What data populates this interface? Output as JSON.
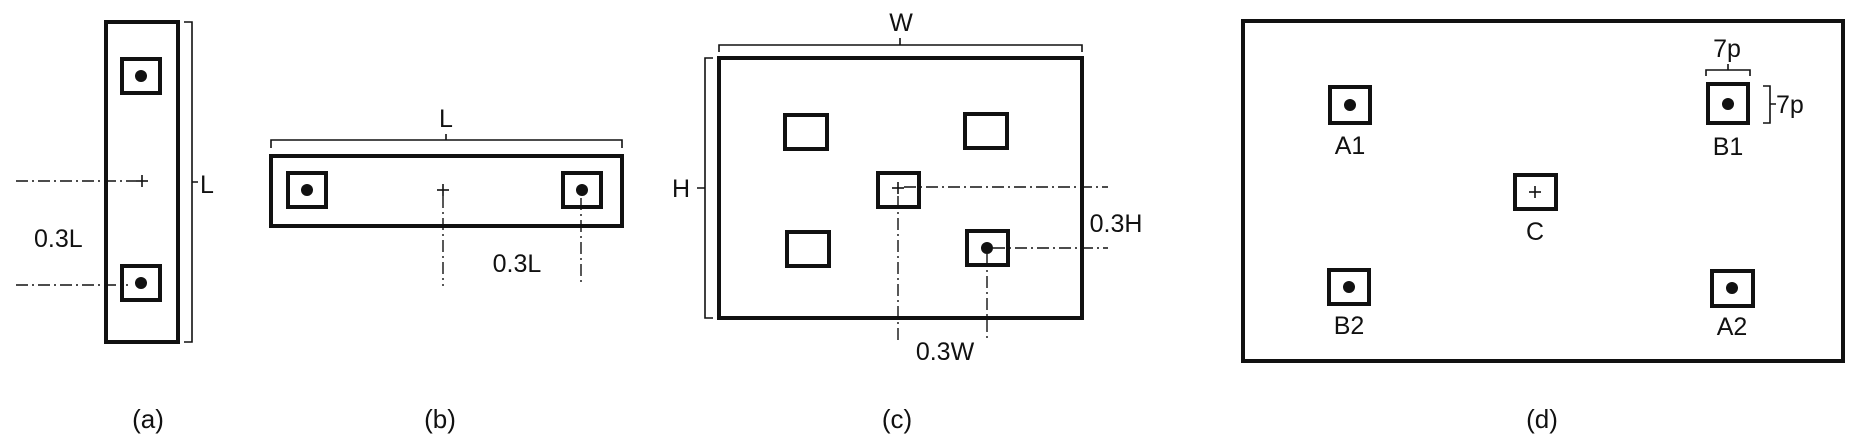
{
  "panels": {
    "a": {
      "caption": "(a)",
      "length_label": "L",
      "spacing_label": "0.3L"
    },
    "b": {
      "caption": "(b)",
      "length_label": "L",
      "spacing_label": "0.3L"
    },
    "c": {
      "caption": "(c)",
      "width_label": "W",
      "height_label": "H",
      "offset_h_label": "0.3H",
      "offset_w_label": "0.3W"
    },
    "d": {
      "caption": "(d)",
      "size_label_top": "7p",
      "size_label_side": "7p",
      "point_labels": {
        "a1": "A1",
        "b1": "B1",
        "c": "C",
        "b2": "B2",
        "a2": "A2"
      }
    }
  }
}
